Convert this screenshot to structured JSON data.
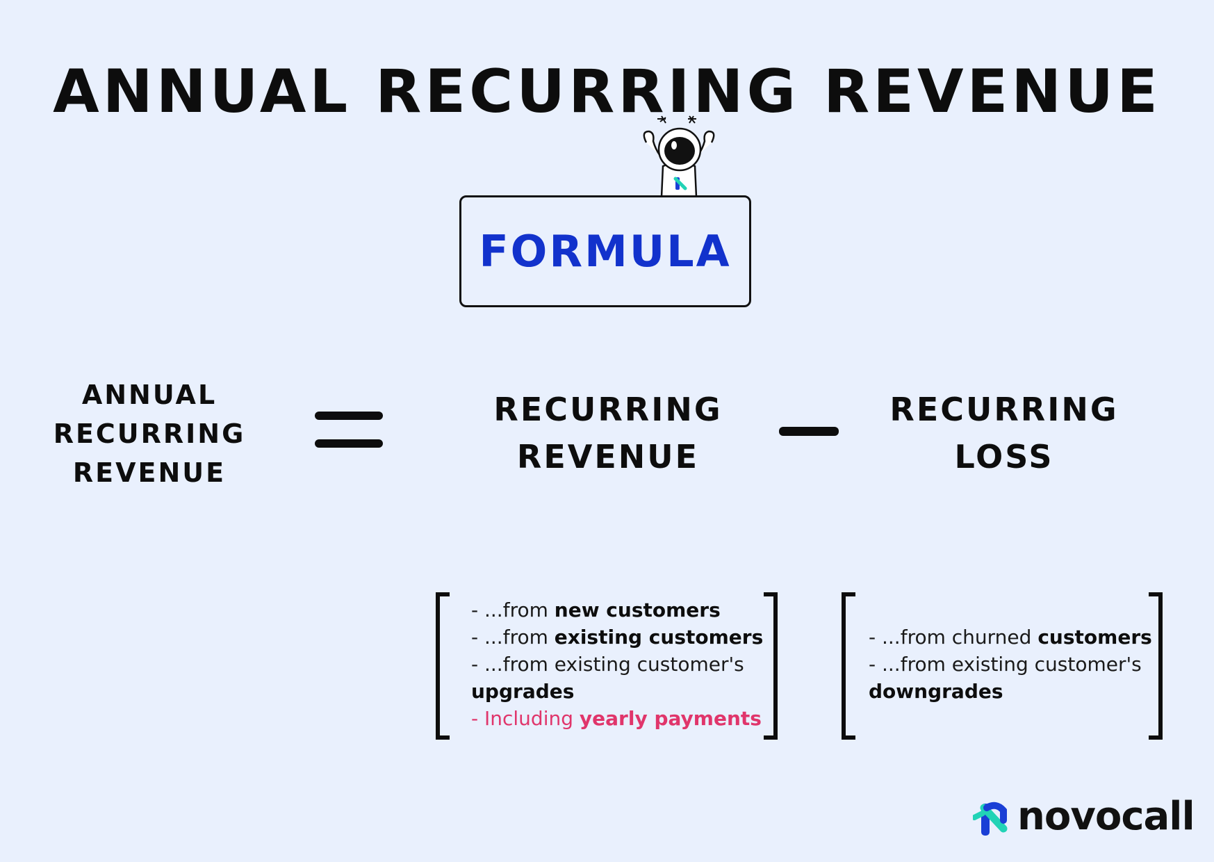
{
  "title": "ANNUAL RECURRING REVENUE",
  "formula_label": "FORMULA",
  "terms": {
    "arr": [
      "ANNUAL",
      "RECURRING",
      "REVENUE"
    ],
    "revenue": [
      "RECURRING",
      "REVENUE"
    ],
    "loss": [
      "RECURRING",
      "LOSS"
    ]
  },
  "operators": {
    "equals": "=",
    "minus": "−"
  },
  "revenue_list": {
    "line1_prefix": "- ...from ",
    "line1_bold": "new customers",
    "line2_prefix": "- ...from ",
    "line2_bold": "existing customers",
    "line3": "- ...from existing customer's",
    "line4_bold": "upgrades",
    "line5_prefix": "- Including ",
    "line5_bold": "yearly payments"
  },
  "loss_list": {
    "line1_prefix": "- ...from churned ",
    "line1_bold": "customers",
    "line2": "- ...from existing customer's",
    "line3_bold": "downgrades"
  },
  "logo_text": "novocall",
  "colors": {
    "background": "#e9f0fd",
    "formula_blue": "#1232cc",
    "highlight_pink": "#e0356b",
    "logo_blue": "#1a3fd6",
    "logo_teal": "#22d3b6"
  },
  "icons": {
    "mascot": "astronaut-icon",
    "logo": "novocall-logo-icon"
  }
}
